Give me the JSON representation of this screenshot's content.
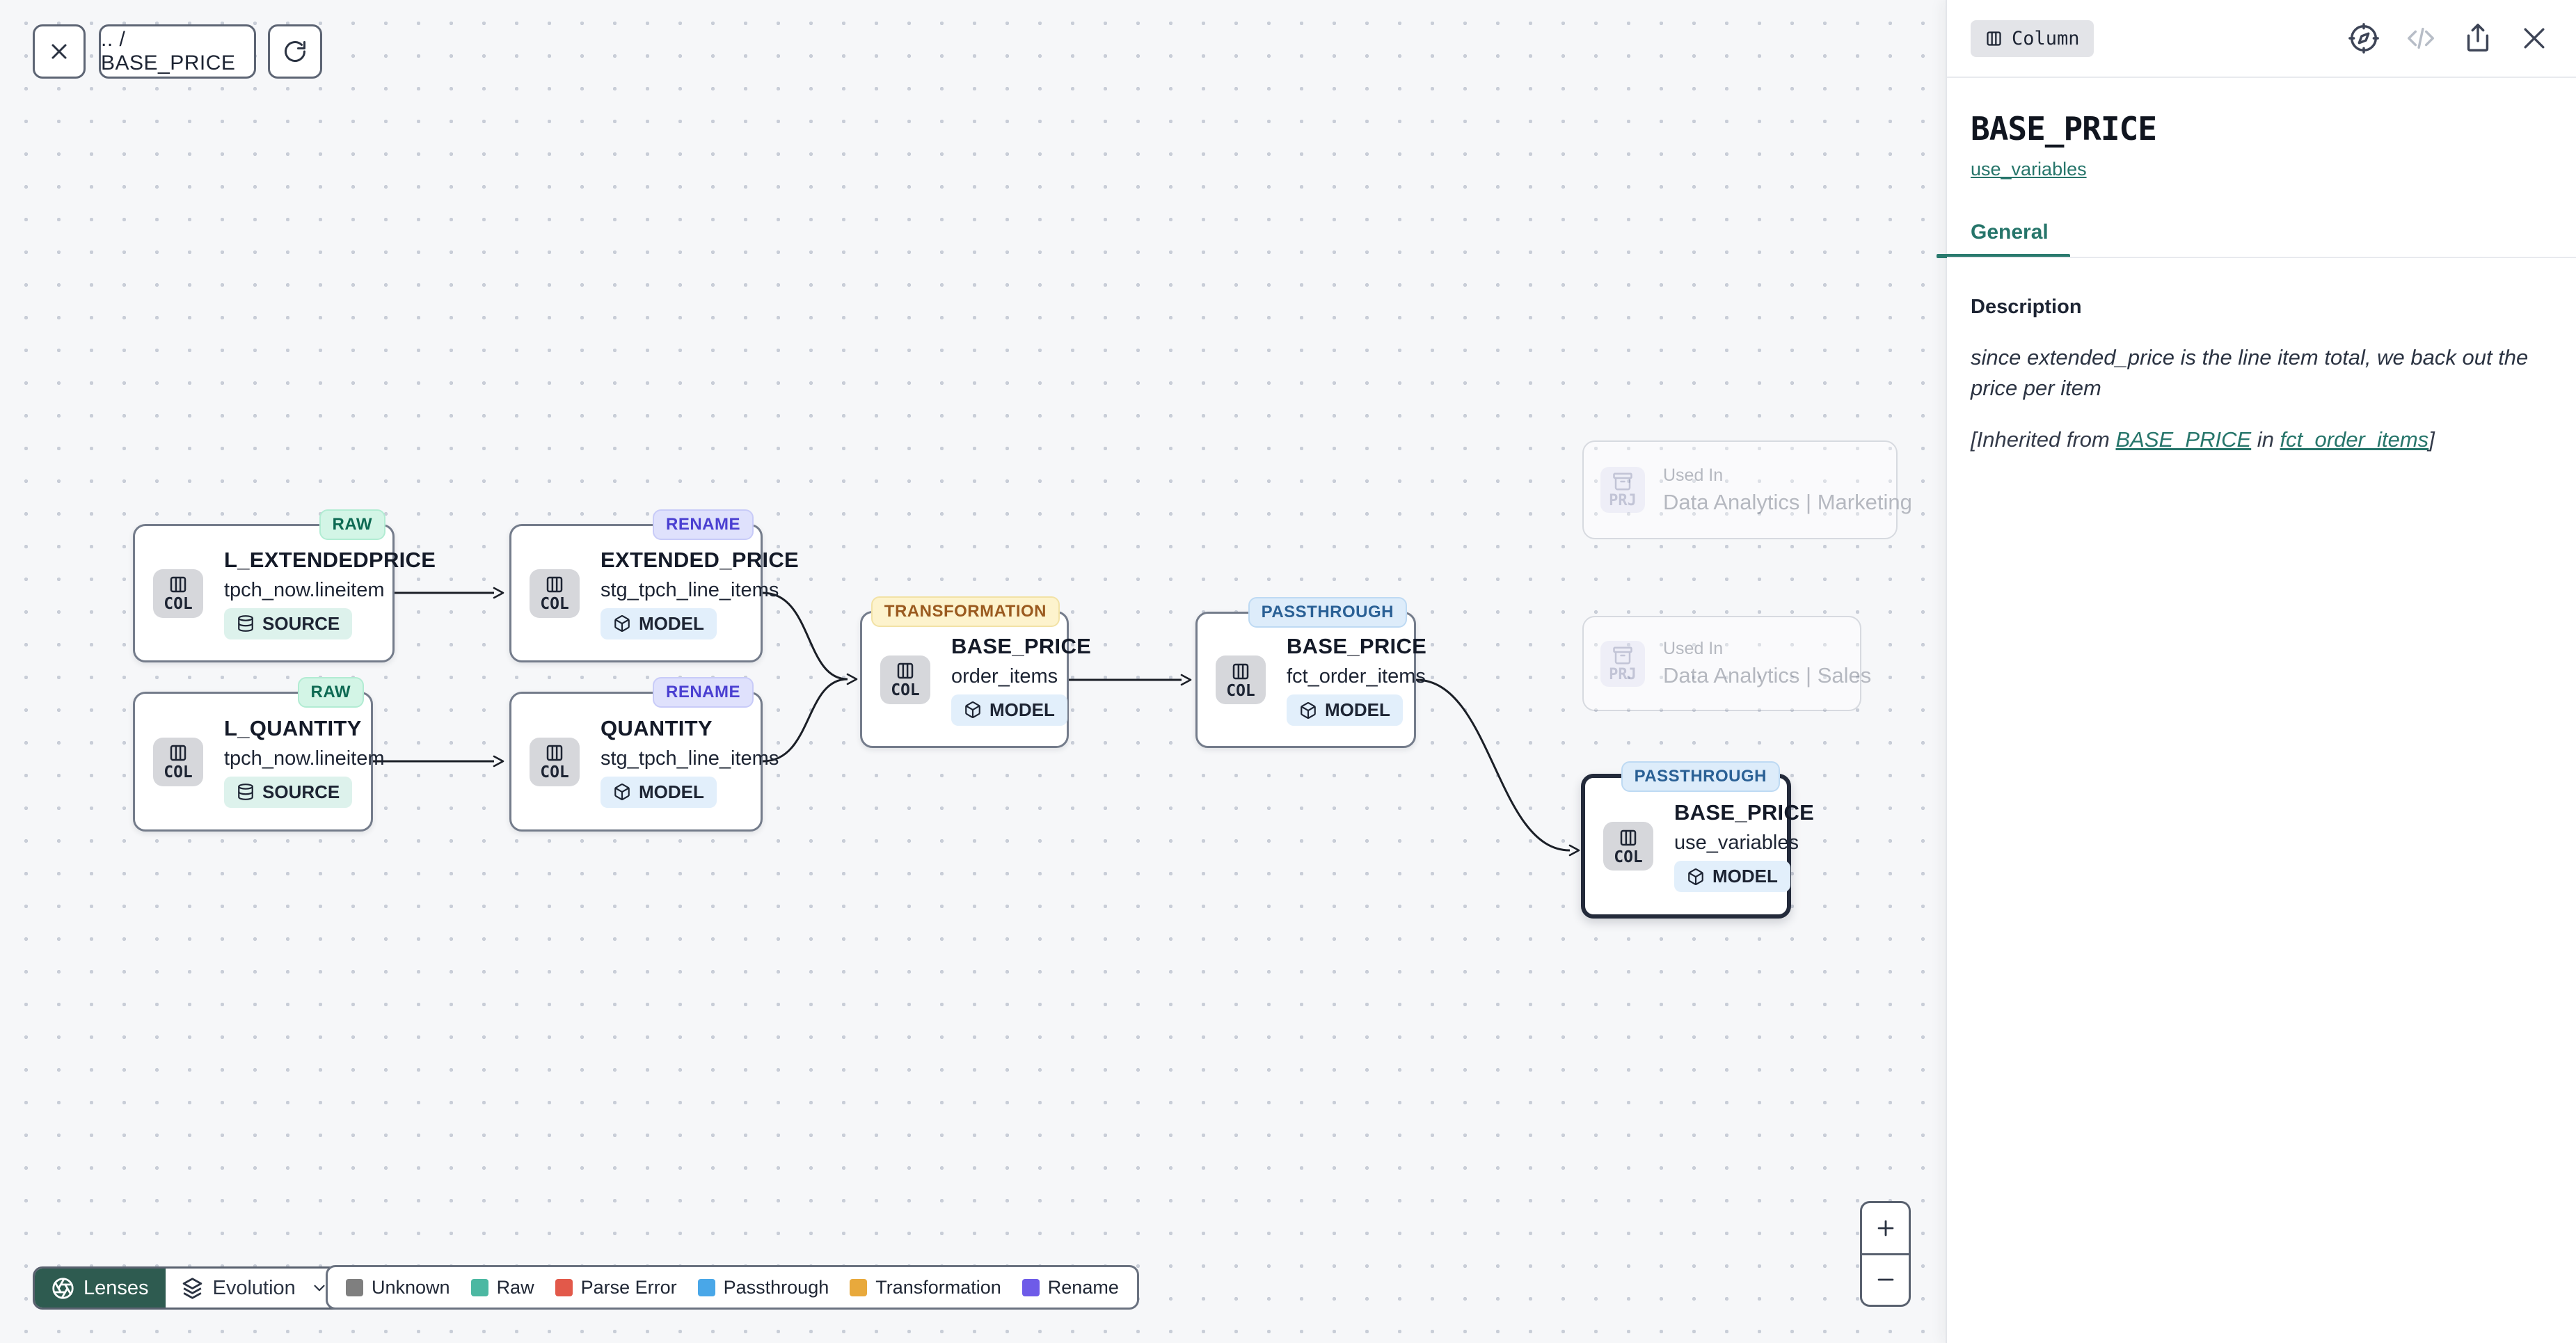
{
  "toolbar": {
    "breadcrumb": ".. / BASE_PRICE"
  },
  "canvas": {
    "col_label": "COL",
    "prj_label": "PRJ",
    "nodes": [
      {
        "badge": "RAW",
        "title": "L_EXTENDEDPRICE",
        "subtitle": "tpch_now.lineitem",
        "tag": "SOURCE"
      },
      {
        "badge": "RENAME",
        "title": "EXTENDED_PRICE",
        "subtitle": "stg_tpch_line_items",
        "tag": "MODEL"
      },
      {
        "badge": "RAW",
        "title": "L_QUANTITY",
        "subtitle": "tpch_now.lineitem",
        "tag": "SOURCE"
      },
      {
        "badge": "RENAME",
        "title": "QUANTITY",
        "subtitle": "stg_tpch_line_items",
        "tag": "MODEL"
      },
      {
        "badge": "TRANSFORMATION",
        "title": "BASE_PRICE",
        "subtitle": "order_items",
        "tag": "MODEL"
      },
      {
        "badge": "PASSTHROUGH",
        "title": "BASE_PRICE",
        "subtitle": "fct_order_items",
        "tag": "MODEL"
      },
      {
        "badge": "PASSTHROUGH",
        "title": "BASE_PRICE",
        "subtitle": "use_variables",
        "tag": "MODEL",
        "selected": true
      }
    ],
    "used_in": [
      {
        "kicker": "Used In",
        "title": "Data Analytics | Marketing"
      },
      {
        "kicker": "Used In",
        "title": "Data Analytics | Sales"
      }
    ]
  },
  "lenses": {
    "button_label": "Lenses",
    "dropdown_label": "Evolution",
    "button_bg": "#2e5b50"
  },
  "legend": {
    "items": [
      {
        "label": "Unknown",
        "color": "#7f7f7f"
      },
      {
        "label": "Raw",
        "color": "#4cb8a2"
      },
      {
        "label": "Parse Error",
        "color": "#e2594a"
      },
      {
        "label": "Passthrough",
        "color": "#49a7e8"
      },
      {
        "label": "Transformation",
        "color": "#e8a93c"
      },
      {
        "label": "Rename",
        "color": "#6e5be8"
      }
    ]
  },
  "zoom_controls": {
    "zoom_in": "+",
    "zoom_out": "−"
  },
  "panel": {
    "type_badge": "Column",
    "title": "BASE_PRICE",
    "link": "use_variables",
    "tab": "General",
    "description_label": "Description",
    "description_text": "since extended_price is the line item total, we back out the price per item",
    "inherited": {
      "prefix": "[Inherited from ",
      "link1": "BASE_PRICE",
      "middle": " in ",
      "link2": "fct_order_items",
      "suffix": "]"
    },
    "accent_color": "#26756a"
  }
}
